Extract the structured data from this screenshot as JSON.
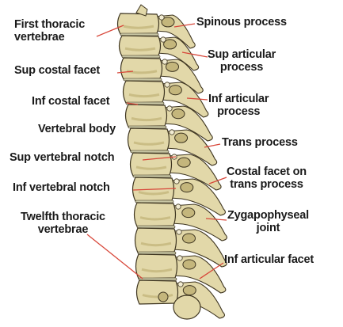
{
  "colors": {
    "bone_fill": "#e2d8a9",
    "bone_shadow": "#c4b67c",
    "bone_outline": "#3e3520",
    "disc_fill": "#c8c6a4",
    "leader_line": "#d8473a",
    "label_text": "#1a1a1a"
  },
  "labels": {
    "first_thoracic": "First thoracic\nvertebrae",
    "sup_costal_facet": "Sup costal facet",
    "inf_costal_facet": "Inf costal facet",
    "vertebral_body": "Vertebral body",
    "sup_vertebral_notch": "Sup vertebral notch",
    "inf_vertebral_notch": "Inf vertebral notch",
    "twelfth_thoracic": "Twelfth thoracic\nvertebrae",
    "spinous_process": "Spinous process",
    "sup_articular_process": "Sup articular\nprocess",
    "inf_articular_process": "Inf articular\nprocess",
    "trans_process": "Trans process",
    "costal_facet_trans": "Costal facet on\ntrans process",
    "zygapophyseal_joint": "Zygapophyseal\njoint",
    "inf_articular_facet": "Inf articular facet"
  }
}
